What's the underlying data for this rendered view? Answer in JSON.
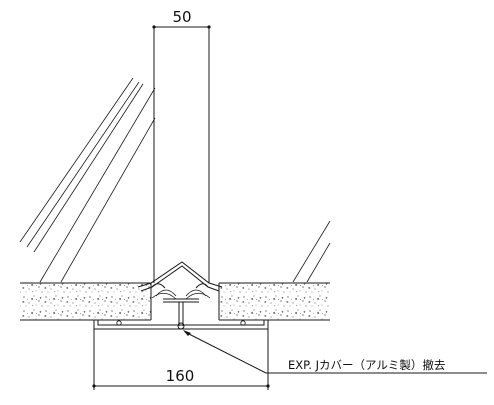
{
  "drawing": {
    "top_dimension": "50",
    "bottom_dimension": "160",
    "callout_note": "EXP. Jカバー（アルミ製）撤去"
  }
}
